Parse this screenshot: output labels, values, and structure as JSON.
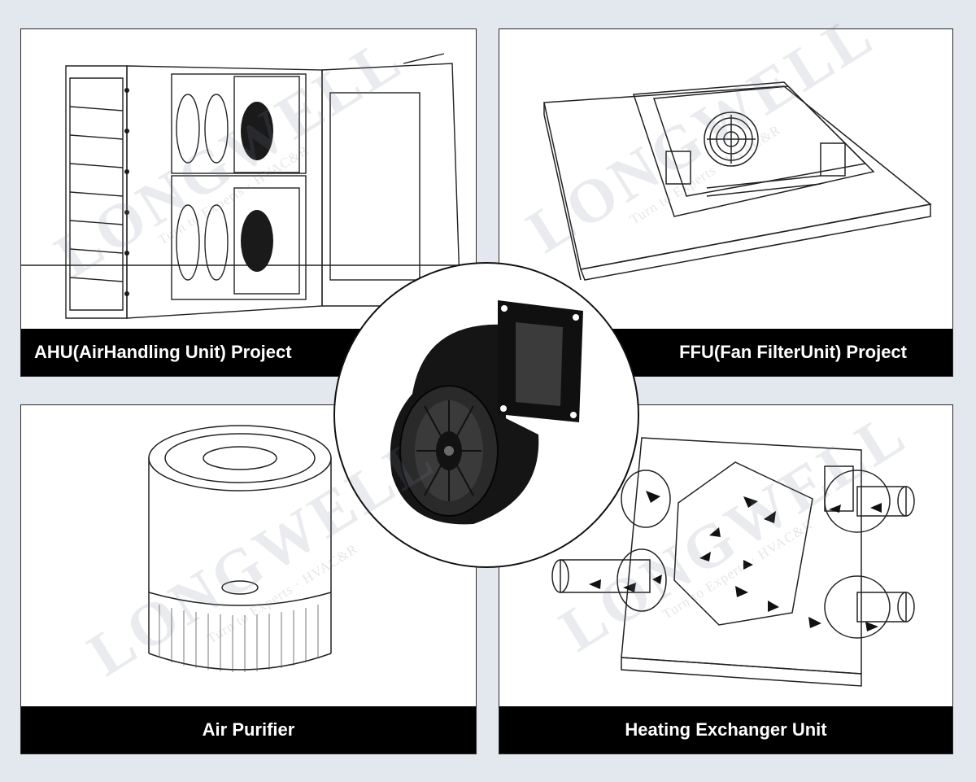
{
  "watermark": {
    "brand": "LONGWELL",
    "tagline": "Turn to Experts · HVAC&R"
  },
  "panels": [
    {
      "id": "ahu",
      "caption": "AHU(AirHandling Unit) Project"
    },
    {
      "id": "ffu",
      "caption": "FFU(Fan FilterUnit) Project"
    },
    {
      "id": "air-purifier",
      "caption": "Air Purifier"
    },
    {
      "id": "heat-exchanger",
      "caption": "Heating Exchanger Unit"
    }
  ],
  "center_product": {
    "icon": "centrifugal-blower-icon"
  },
  "colors": {
    "caption_bg": "#000000",
    "caption_text": "#ffffff",
    "page_bg": "#e3e8ee"
  }
}
